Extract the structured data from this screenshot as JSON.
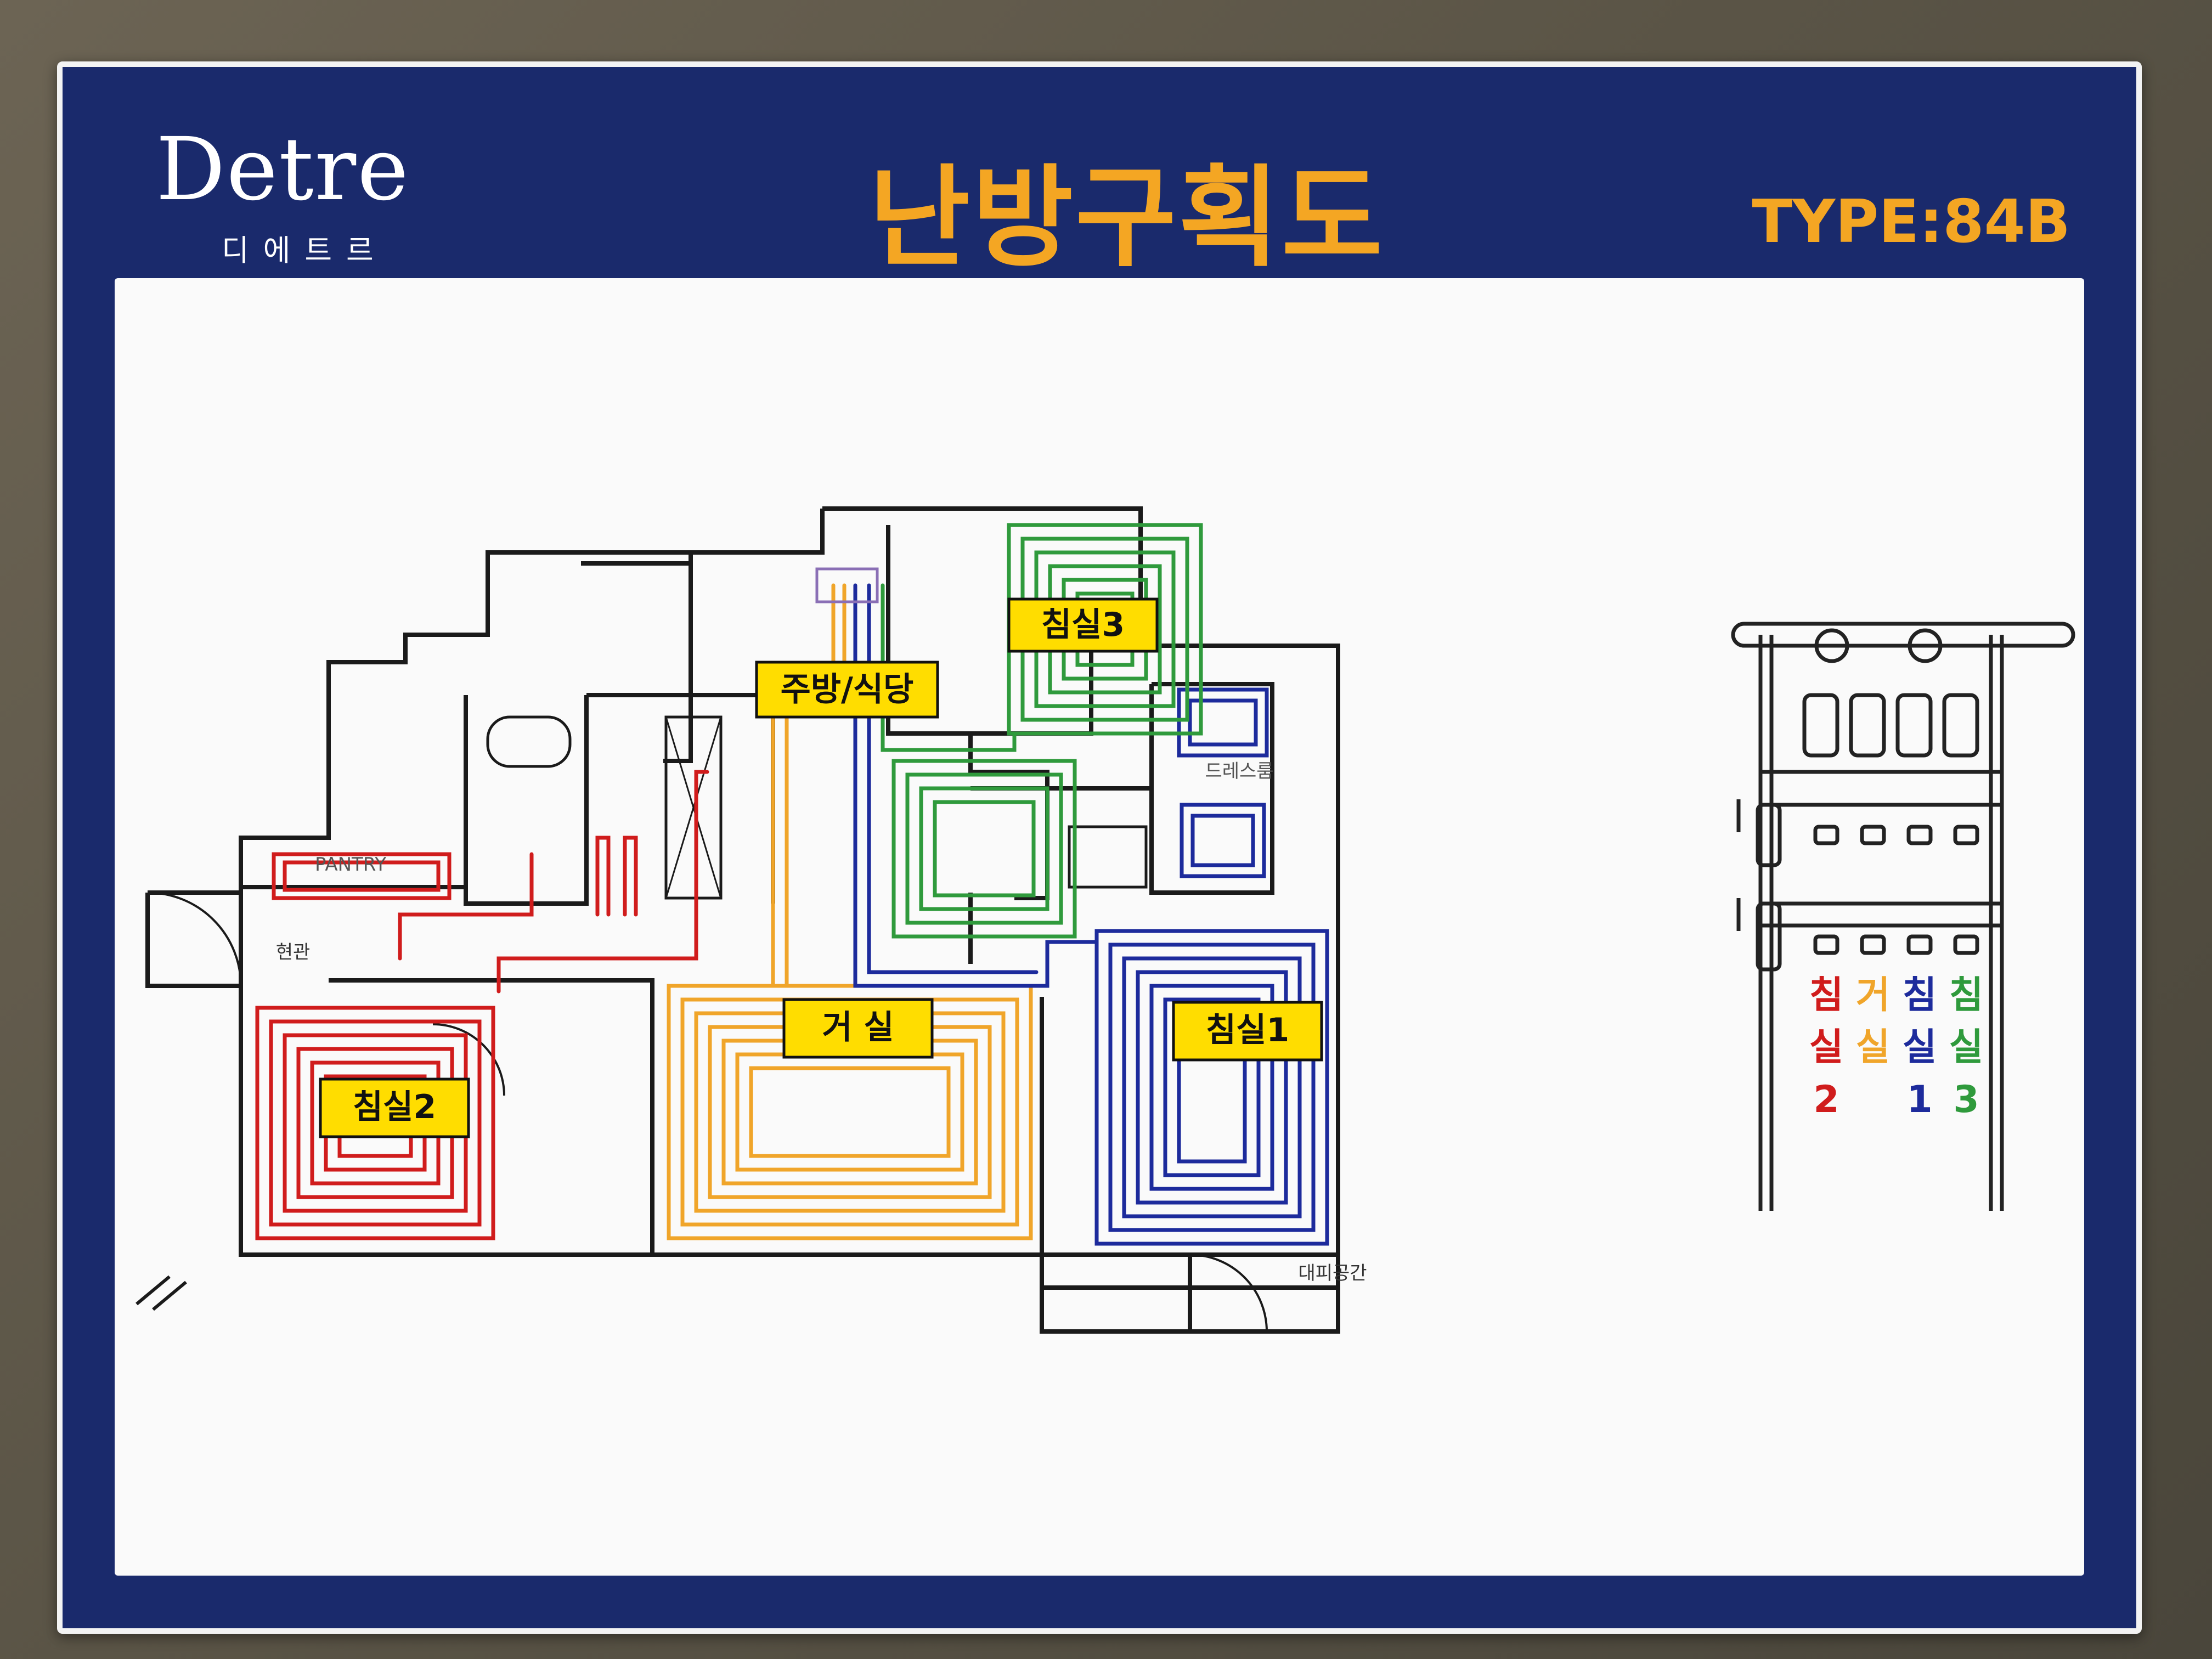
{
  "brand": {
    "logo": "Detre",
    "sub": "디에트르"
  },
  "title": "난방구획도",
  "type_label": "TYPE:84B",
  "rooms": {
    "kitchen": "주방/식당",
    "bedroom3": "침실3",
    "living": "거 실",
    "bedroom1": "침실1",
    "bedroom2": "침실2"
  },
  "small_labels": {
    "entrance": "현관",
    "evac": "대피공간",
    "pantry": "PANTRY",
    "dress": "드레스룸"
  },
  "legend": [
    {
      "line1": "침",
      "line2": "실",
      "line3": "2",
      "color": "#d01c1c"
    },
    {
      "line1": "거",
      "line2": "실",
      "line3": "",
      "color": "#f0a52a"
    },
    {
      "line1": "침",
      "line2": "실",
      "line3": "1",
      "color": "#1d2b9c"
    },
    {
      "line1": "침",
      "line2": "실",
      "line3": "3",
      "color": "#2f9a3c"
    }
  ],
  "colors": {
    "navy": "#1a2a6c",
    "title_orange": "#f4a623",
    "red_zone": "#d01c1c",
    "orange_zone": "#f0a52a",
    "blue_zone": "#1d2b9c",
    "green_zone": "#2f9a3c",
    "label_yellow": "#ffdd00"
  }
}
